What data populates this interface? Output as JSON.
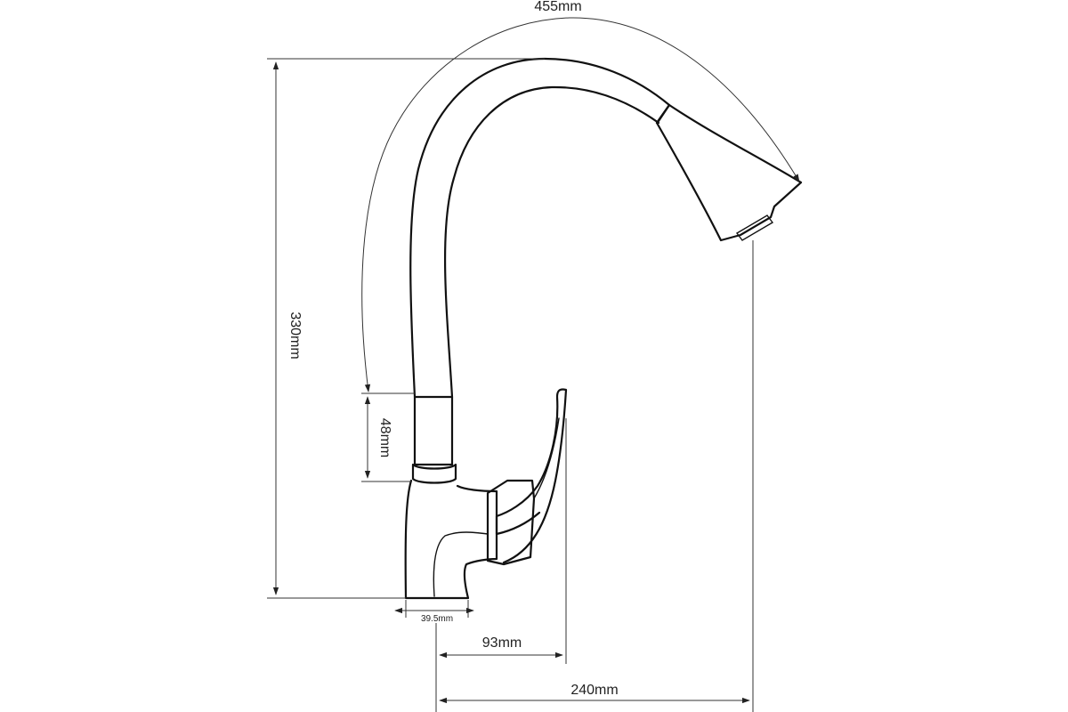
{
  "drawing": {
    "dimensions": {
      "reach_arc": "455mm",
      "total_height": "330mm",
      "body_height": "48mm",
      "base_diameter": "39.5mm",
      "handle_offset": "93mm",
      "spout_reach": "240mm"
    }
  }
}
